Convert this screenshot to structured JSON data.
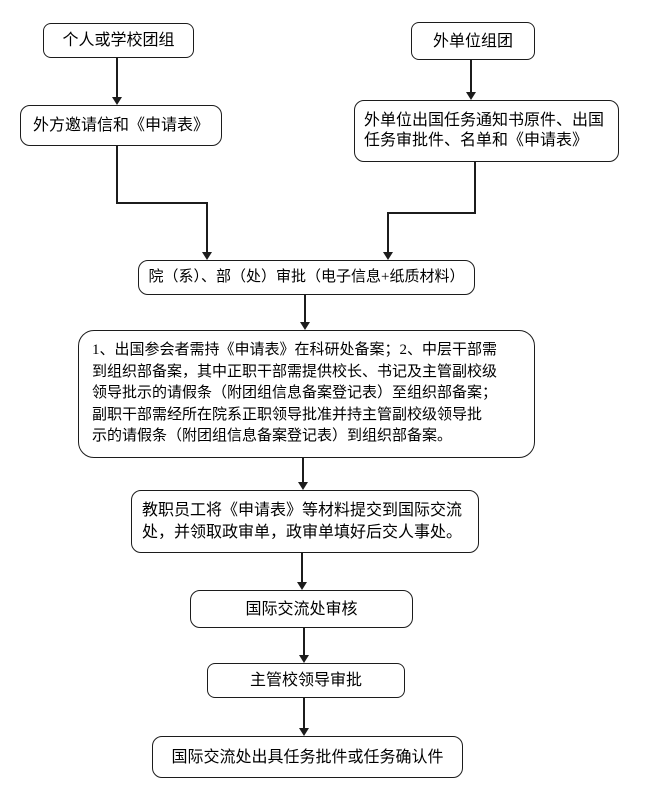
{
  "colors": {
    "background": "#ffffff",
    "stroke": "#1c1c1c",
    "box_fill": "#ffffff",
    "text": "#000000"
  },
  "nodes": {
    "personal_group": {
      "label": "个人或学校团组"
    },
    "external_unit_group": {
      "label": "外单位组团"
    },
    "invitation_letter": {
      "label": "外方邀请信和《申请表》"
    },
    "external_unit_documents": {
      "label": "外单位出国任务通知书原件、出国\n任务审批件、名单和《申请表》"
    },
    "department_approval": {
      "label": "院（系）、部（处）审批（电子信息+纸质材料）"
    },
    "filing_requirements": {
      "label": "1、出国参会者需持《申请表》在科研处备案；2、中层干部需\n到组织部备案，其中正职干部需提供校长、书记及主管副校级\n领导批示的请假条（附团组信息备案登记表）至组织部备案；\n副职干部需经所在院系正职领导批准并持主管副校级领导批\n示的请假条（附团组信息备案登记表）到组织部备案。"
    },
    "submit_materials": {
      "label": "教职员工将《申请表》等材料提交到国际交流\n处，并领取政审单，政审单填好后交人事处。"
    },
    "intl_office_review": {
      "label": "国际交流处审核"
    },
    "school_leader_approval": {
      "label": "主管校领导审批"
    },
    "task_approval_document": {
      "label": "国际交流处出具任务批件或任务确认件"
    }
  }
}
